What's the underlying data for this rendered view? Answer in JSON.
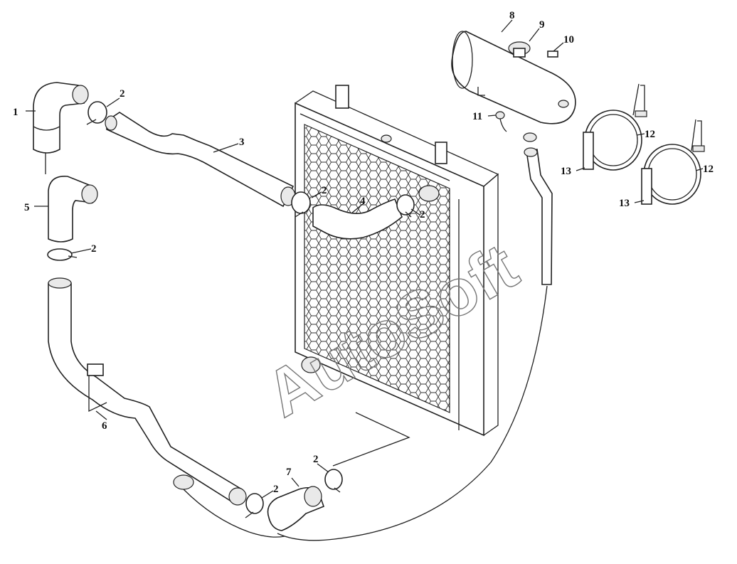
{
  "watermark": "AutoSoft",
  "callouts": [
    {
      "id": "c1a",
      "text": "1"
    },
    {
      "id": "c2a",
      "text": "2"
    },
    {
      "id": "c3",
      "text": "3"
    },
    {
      "id": "c2b",
      "text": "2"
    },
    {
      "id": "c4",
      "text": "4"
    },
    {
      "id": "c2c",
      "text": "2"
    },
    {
      "id": "c5",
      "text": "5"
    },
    {
      "id": "c2d",
      "text": "2"
    },
    {
      "id": "c6",
      "text": "6"
    },
    {
      "id": "c7",
      "text": "7"
    },
    {
      "id": "c2e",
      "text": "2"
    },
    {
      "id": "c2f",
      "text": "2"
    },
    {
      "id": "c8",
      "text": "8"
    },
    {
      "id": "c9",
      "text": "9"
    },
    {
      "id": "c10",
      "text": "10"
    },
    {
      "id": "c11",
      "text": "11"
    },
    {
      "id": "c12a",
      "text": "12"
    },
    {
      "id": "c13a",
      "text": "13"
    },
    {
      "id": "c12b",
      "text": "12"
    },
    {
      "id": "c13b",
      "text": "13"
    }
  ]
}
